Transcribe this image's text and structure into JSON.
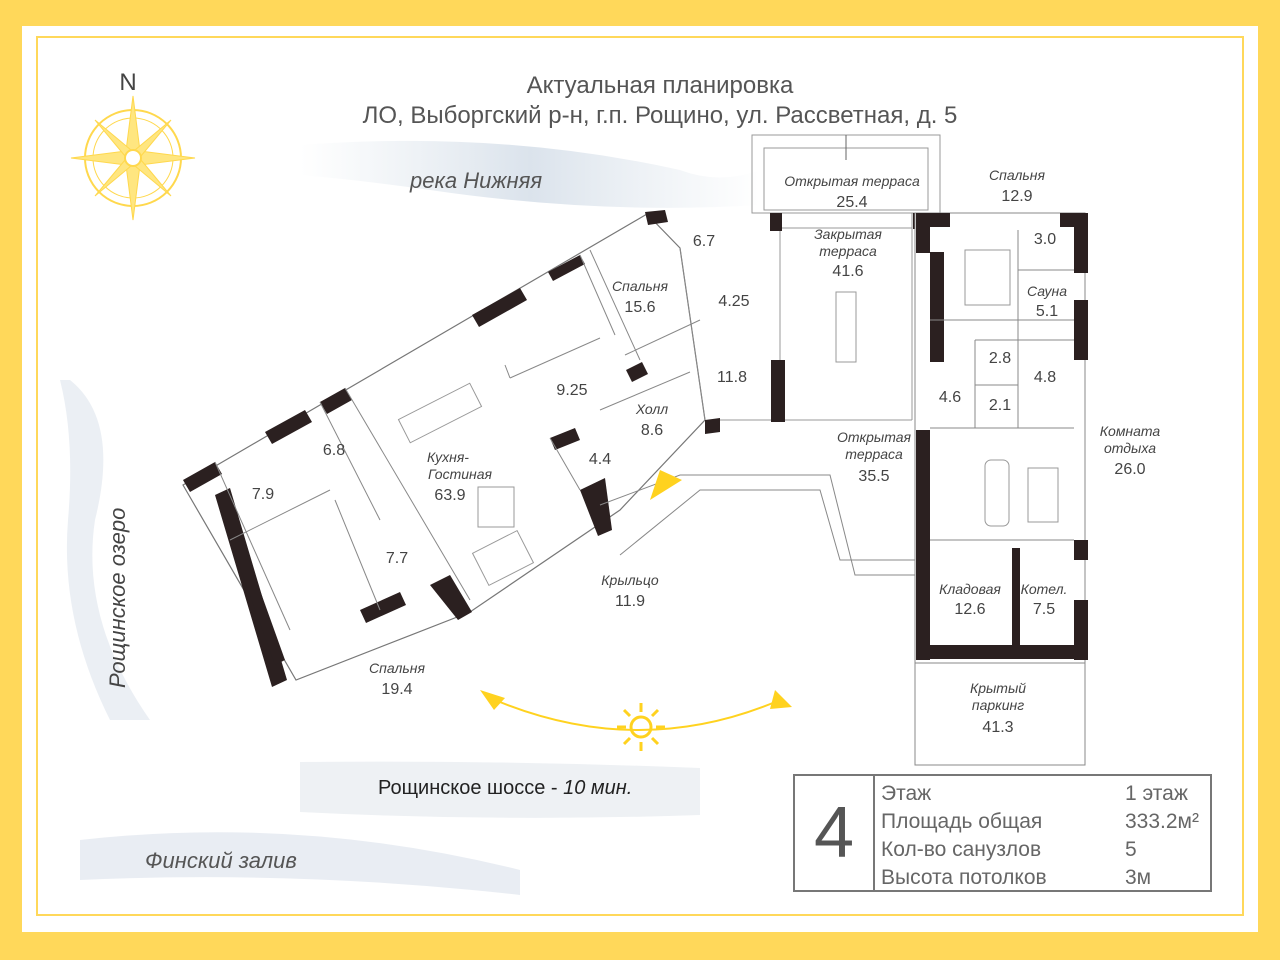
{
  "header": {
    "line1": "Актуальная планировка",
    "line2": "ЛО, Выборгский р-н, г.п. Рощино, ул. Рассветная, д. 5"
  },
  "compass": {
    "north": "N"
  },
  "geo": {
    "river": "река Нижняя",
    "lake": "Рощинское озеро",
    "gulf": "Финский залив",
    "road_name": "Рощинское шоссе - ",
    "road_time": "10 мин."
  },
  "rooms": {
    "open_terrace_top": {
      "name": "Открытая терраса",
      "area": "25.4"
    },
    "bedroom_top_right": {
      "name": "Спальня",
      "area": "12.9"
    },
    "closed_terrace": {
      "name1": "Закрытая",
      "name2": "терраса",
      "area": "41.6"
    },
    "bath_67": {
      "area": "6.7"
    },
    "bedroom_156": {
      "name": "Спальня",
      "area": "15.6"
    },
    "room_425": {
      "area": "4.25"
    },
    "room_30": {
      "area": "3.0"
    },
    "sauna": {
      "name": "Сауна",
      "area": "5.1"
    },
    "room_28": {
      "area": "2.8"
    },
    "room_48": {
      "area": "4.8"
    },
    "room_21": {
      "area": "2.1"
    },
    "room_46": {
      "area": "4.6"
    },
    "room_118": {
      "area": "11.8"
    },
    "room_925": {
      "area": "9.25"
    },
    "hall": {
      "name": "Холл",
      "area": "8.6"
    },
    "room_44": {
      "area": "4.4"
    },
    "open_terrace_mid": {
      "name1": "Открытая",
      "name2": "терраса",
      "area": "35.5"
    },
    "lounge": {
      "name1": "Комната",
      "name2": "отдыха",
      "area": "26.0"
    },
    "room_68": {
      "area": "6.8"
    },
    "kitchen": {
      "name1": "Кухня-",
      "name2": "Гостиная",
      "area": "63.9"
    },
    "room_79": {
      "area": "7.9"
    },
    "room_77": {
      "area": "7.7"
    },
    "porch": {
      "name": "Крыльцо",
      "area": "11.9"
    },
    "storage": {
      "name": "Кладовая",
      "area": "12.6"
    },
    "boiler": {
      "name": "Котел.",
      "area": "7.5"
    },
    "bedroom_194": {
      "name": "Спальня",
      "area": "19.4"
    },
    "parking": {
      "name1": "Крытый",
      "name2": "паркинг",
      "area": "41.3"
    }
  },
  "info": {
    "number": "4",
    "floor_label": "Этаж",
    "floor_value": "1 этаж",
    "area_label": "Площадь общая",
    "area_value": "333.2м²",
    "baths_label": "Кол-во санузлов",
    "baths_value": "5",
    "height_label": "Высота потолков",
    "height_value": "3м"
  },
  "colors": {
    "frame": "#ffd85a",
    "wall": "#2b2020",
    "sun": "#ffd21f"
  }
}
